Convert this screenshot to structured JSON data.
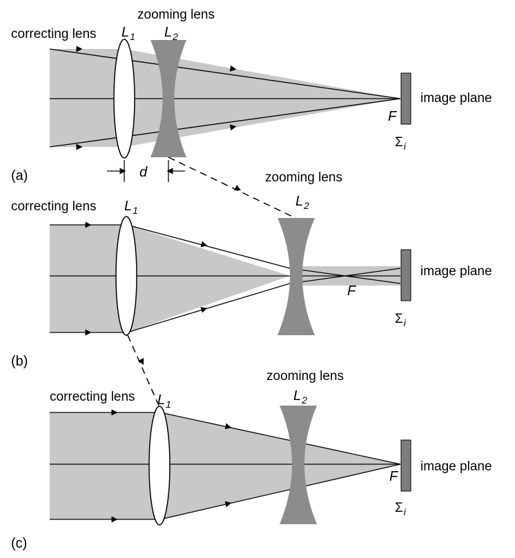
{
  "colors": {
    "beam": "#c8c8c8",
    "zoom_lens": "#8c8c8c",
    "screen": "#7e7e7e",
    "stroke": "#000000",
    "correcting_lens_fill": "#ffffff"
  },
  "symbols": {
    "L": "L",
    "one": "1",
    "two": "2",
    "F": "F",
    "sigma": "Σ",
    "i": "i",
    "d": "d"
  },
  "panels": {
    "a": {
      "tag": "(a)",
      "correcting_lens": "correcting lens",
      "zooming_lens": "zooming lens",
      "image_plane": "image plane"
    },
    "b": {
      "tag": "(b)",
      "correcting_lens": "correcting lens",
      "zooming_lens": "zooming lens",
      "image_plane": "image plane"
    },
    "c": {
      "tag": "(c)",
      "correcting_lens": "correcting lens",
      "zooming_lens": "zooming lens",
      "image_plane": "image plane"
    }
  }
}
